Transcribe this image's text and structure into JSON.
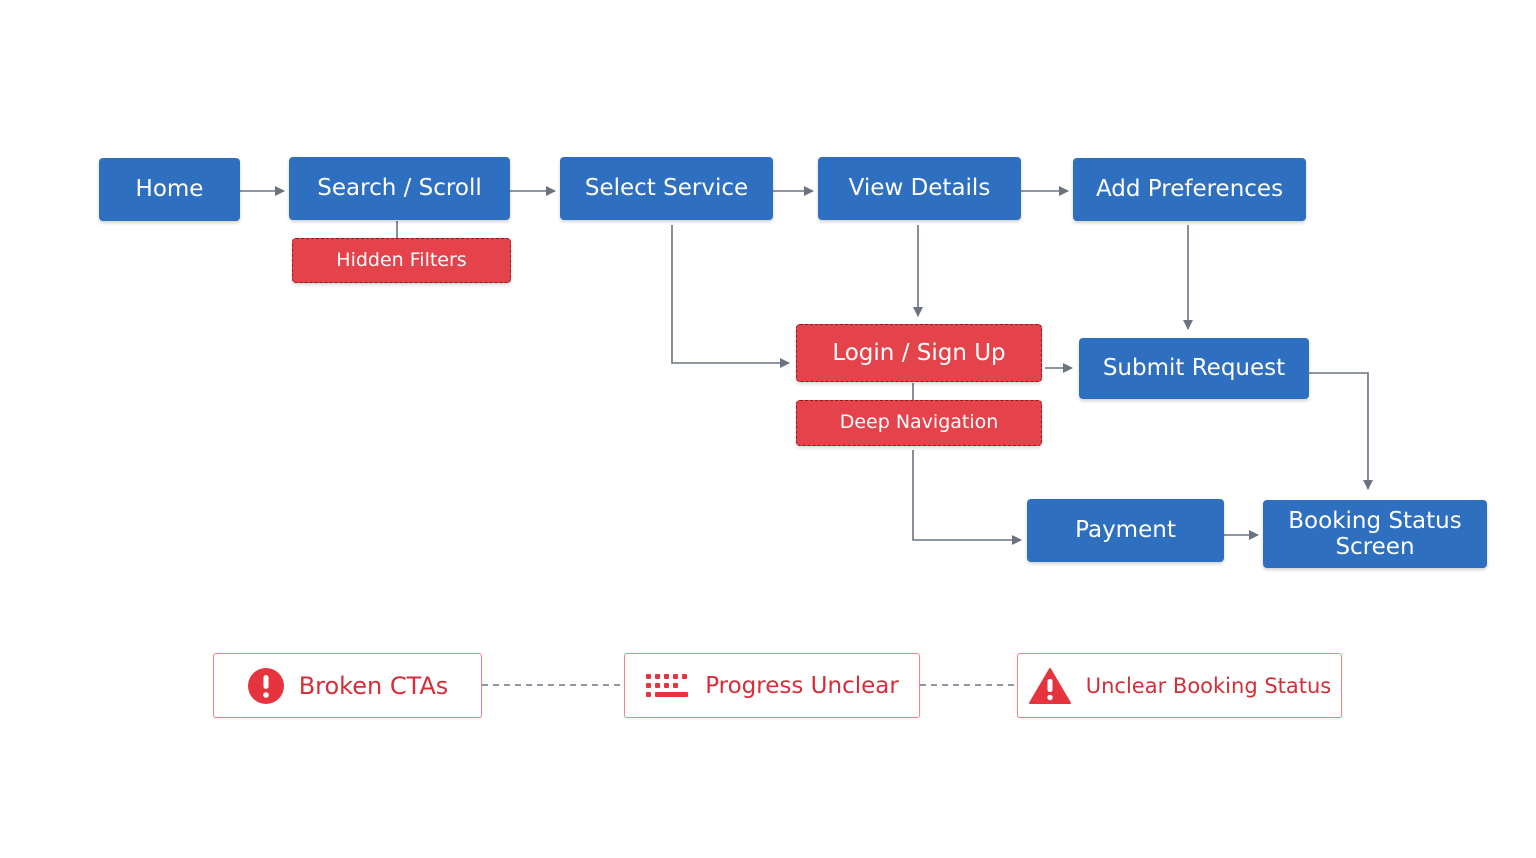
{
  "colors": {
    "step": "#2f6fbf",
    "problem": "#e5434b",
    "problem_border": "#8c1b22",
    "issue_text": "#d42e38",
    "issue_border": "#e8878c",
    "connector": "#6b7380"
  },
  "steps": {
    "home": "Home",
    "search_scroll": "Search / Scroll",
    "select_service": "Select Service",
    "view_details": "View Details",
    "add_preferences": "Add Preferences",
    "submit_request": "Submit Request",
    "payment": "Payment",
    "booking_status": "Booking Status\nScreen"
  },
  "problems": {
    "hidden_filters": "Hidden Filters",
    "login_signup": "Login / Sign Up",
    "deep_navigation": "Deep Navigation"
  },
  "issues": [
    {
      "label": "Broken CTAs",
      "icon": "exclamation-circle-icon"
    },
    {
      "label": "Progress Unclear",
      "icon": "dotted-progress-icon"
    },
    {
      "label": "Unclear Booking Status",
      "icon": "warning-triangle-icon"
    }
  ]
}
